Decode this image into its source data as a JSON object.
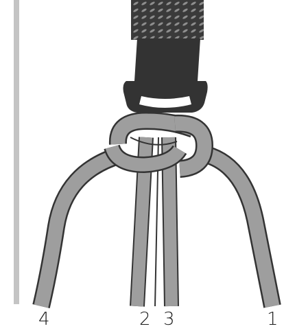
{
  "diagram": {
    "strand_labels": {
      "strand_1": "1",
      "strand_2": "2",
      "strand_3": "3",
      "strand_4": "4"
    },
    "icons": {
      "buckle": "side-release-buckle-icon",
      "webbing": "webbing-strap-icon",
      "cord": "paracord-strand-icon"
    },
    "colors": {
      "cord_fill": "#9e9e9e",
      "cord_outline": "#333333",
      "buckle": "#333333",
      "webbing": "#3a3a3a",
      "side_bar": "#c4c4c4"
    }
  }
}
